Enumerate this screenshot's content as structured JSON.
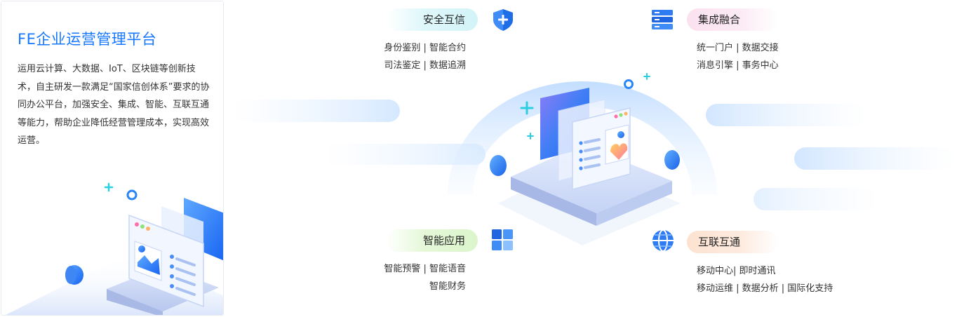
{
  "intro": {
    "title": "FE企业运营管理平台",
    "description": "运用云计算、大数据、IoT、区块链等创新技术，自主研发一款满足“国家信创体系”要求的协同办公平台，加强安全、集成、智能、互联互通等能力，帮助企业降低经营管理成本，实现高效运营。"
  },
  "features": {
    "security": {
      "title": "安全互信",
      "line1": "身份鉴别 | 智能合约",
      "line2": "司法鉴定 | 数据追溯",
      "icon": "shield-plus-icon"
    },
    "integration": {
      "title": "集成融合",
      "line1": "统一门户 | 数据交接",
      "line2": "消息引擎 | 事务中心",
      "icon": "server-stack-icon"
    },
    "intelligence": {
      "title": "智能应用",
      "line1": "智能预警 | 智能语音",
      "line2": "智能财务",
      "icon": "app-blocks-icon"
    },
    "interconnect": {
      "title": "互联互通",
      "line1": "移动中心| 即时通讯",
      "line2": "移动运维 | 数据分析 | 国际化支持",
      "icon": "globe-icon"
    }
  },
  "colors": {
    "brand": "#1677ff",
    "security_pill": "#dff7fb",
    "integration_pill": "#fbe3f1",
    "intelligence_pill": "#e5f8d9",
    "interconnect_pill": "#fde7d8"
  }
}
